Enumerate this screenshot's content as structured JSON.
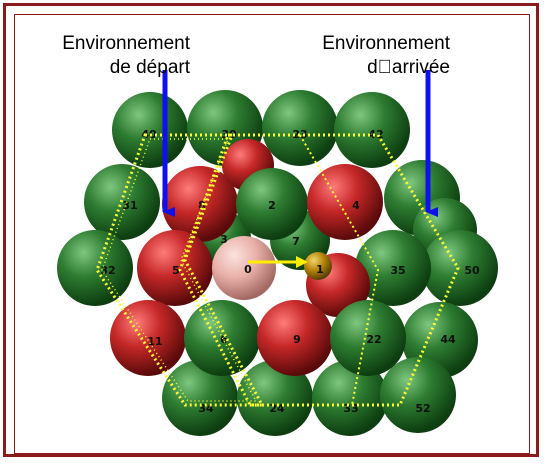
{
  "labels": {
    "start_line1": "Environnement",
    "start_line2": "de départ",
    "end_line1": "Environnement",
    "end_line2": "d\u0000arrivée"
  },
  "colors": {
    "frame": "#8b1a1a",
    "green_atom": "#2e7d32",
    "red_atom": "#c62828",
    "pink_atom": "#e8b0a8",
    "small_atom": "#b8860b",
    "hexagon": "#ffff33",
    "blue_arrow": "#1010ee",
    "jump_arrow": "#ffee00"
  },
  "atoms": [
    {
      "id": "a40",
      "num": "40"
    },
    {
      "id": "a30",
      "num": "30"
    },
    {
      "id": "a23",
      "num": "23"
    },
    {
      "id": "a42",
      "num": "42"
    },
    {
      "id": "a31",
      "num": "31"
    },
    {
      "id": "a8",
      "num": "8"
    },
    {
      "id": "a2",
      "num": "2"
    },
    {
      "id": "a4",
      "num": "4"
    },
    {
      "id": "a6",
      "num": ""
    },
    {
      "id": "a32",
      "num": "32"
    },
    {
      "id": "a5",
      "num": "5"
    },
    {
      "id": "a3",
      "num": "3"
    },
    {
      "id": "a7",
      "num": "7"
    },
    {
      "id": "a0",
      "num": "0"
    },
    {
      "id": "a1",
      "num": "1"
    },
    {
      "id": "a35",
      "num": "35"
    },
    {
      "id": "a50",
      "num": "50"
    },
    {
      "id": "a11",
      "num": "11"
    },
    {
      "id": "a6b",
      "num": "6"
    },
    {
      "id": "a9",
      "num": "9"
    },
    {
      "id": "a22",
      "num": "22"
    },
    {
      "id": "a44",
      "num": "44"
    },
    {
      "id": "a34",
      "num": "34"
    },
    {
      "id": "a24",
      "num": "24"
    },
    {
      "id": "a33",
      "num": "33"
    },
    {
      "id": "a52",
      "num": "52"
    }
  ]
}
